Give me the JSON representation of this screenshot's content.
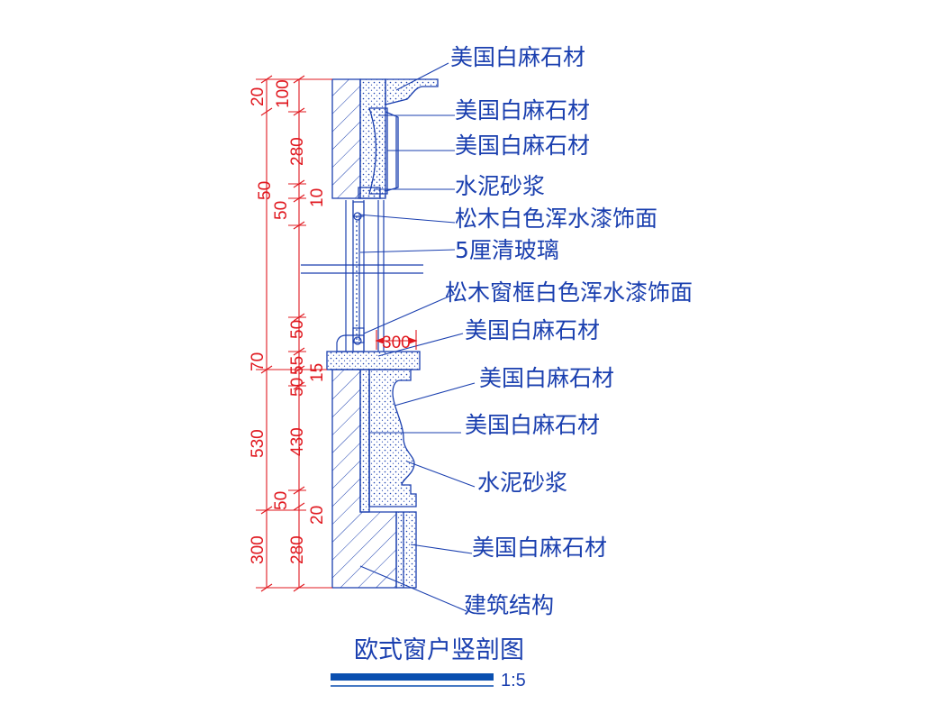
{
  "colors": {
    "line": "#1a3faf",
    "dimension": "#e0181f",
    "accent_bar": "#0a4fb0",
    "background": "#ffffff"
  },
  "callouts": [
    "美国白麻石材",
    "美国白麻石材",
    "美国白麻石材",
    "水泥砂浆",
    "松木白色浑水漆饰面",
    "5厘清玻璃",
    "松木窗框白色浑水漆饰面",
    "美国白麻石材",
    "美国白麻石材",
    "美国白麻石材",
    "水泥砂浆",
    "美国白麻石材",
    "建筑结构"
  ],
  "dimensions": {
    "outer_left": [
      "20",
      "100",
      "70",
      "530",
      "300"
    ],
    "inner_left": [
      "280",
      "50",
      "50",
      "50",
      "55",
      "50",
      "430",
      "50",
      "280"
    ],
    "small": [
      "10",
      "15",
      "20"
    ],
    "horizontal": "300"
  },
  "title": {
    "text": "欧式窗户竖剖图",
    "scale": "1:5"
  }
}
